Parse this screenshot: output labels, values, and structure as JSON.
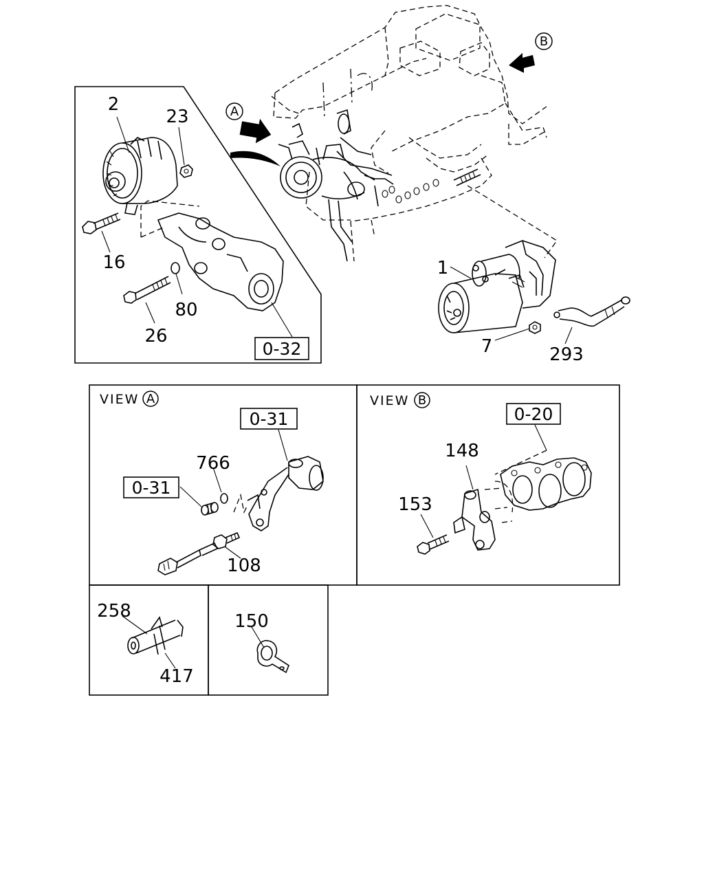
{
  "diagram": {
    "view_markers": {
      "a": "A",
      "b": "B"
    },
    "inset": {
      "callouts": {
        "alternator": "2",
        "nut": "23",
        "bolt_upper": "16",
        "washer": "80",
        "bolt_lower": "26"
      },
      "ref_box": "0-32"
    },
    "starter": {
      "callouts": {
        "starter_motor": "1",
        "nut": "7",
        "cable": "293"
      }
    },
    "view_a": {
      "label": "VIEW",
      "marker": "A",
      "ref_box_top": "0-31",
      "ref_box_left": "0-31",
      "callouts": {
        "washer": "766",
        "sensor": "108"
      }
    },
    "view_b": {
      "label": "VIEW",
      "marker": "B",
      "ref_box": "0-20",
      "callouts": {
        "bracket": "148",
        "bolt": "153"
      }
    },
    "detail_clip": {
      "callouts": {
        "clip": "258",
        "tube": "417"
      }
    },
    "detail_clamp": {
      "callouts": {
        "clamp": "150"
      }
    }
  }
}
